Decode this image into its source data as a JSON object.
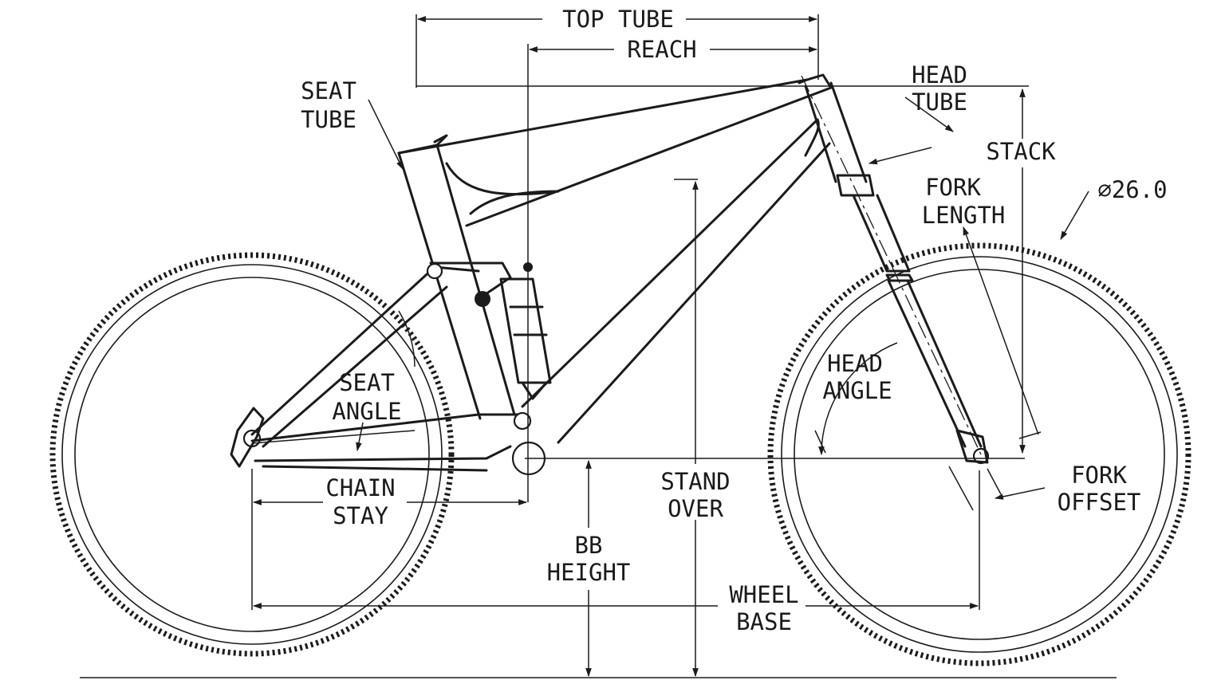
{
  "labels": {
    "top_tube": "TOP TUBE",
    "reach": "REACH",
    "seat_tube_1": "SEAT",
    "seat_tube_2": "TUBE",
    "head_tube_1": "HEAD",
    "head_tube_2": "TUBE",
    "stack": "STACK",
    "fork_length_1": "FORK",
    "fork_length_2": "LENGTH",
    "wheel_size": "⌀26.0",
    "seat_angle_1": "SEAT",
    "seat_angle_2": "ANGLE",
    "head_angle_1": "HEAD",
    "head_angle_2": "ANGLE",
    "chain_stay_1": "CHAIN",
    "chain_stay_2": "STAY",
    "stand_over_1": "STAND",
    "stand_over_2": "OVER",
    "bb_height_1": "BB",
    "bb_height_2": "HEIGHT",
    "wheel_base_1": "WHEEL",
    "wheel_base_2": "BASE",
    "fork_offset_1": "FORK",
    "fork_offset_2": "OFFSET"
  }
}
